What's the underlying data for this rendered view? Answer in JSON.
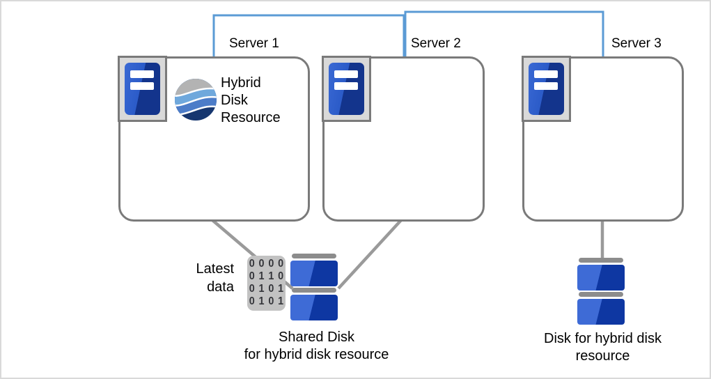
{
  "servers": [
    {
      "label": "Server 1"
    },
    {
      "label": "Server 2"
    },
    {
      "label": "Server 3"
    }
  ],
  "hybrid_resource": {
    "lines": [
      "Hybrid",
      "Disk",
      "Resource"
    ]
  },
  "latest_data": {
    "lines": [
      "Latest",
      "data"
    ]
  },
  "binary_block": {
    "rows": [
      "0 0 0 0",
      "0 1 1 0",
      "0 1 0 1",
      "0 1 0 1"
    ]
  },
  "shared_disk": {
    "label_lines": [
      "Shared Disk",
      "for hybrid disk resource"
    ]
  },
  "hybrid_disk": {
    "label_lines": [
      "Disk for hybrid disk",
      "resource"
    ]
  },
  "colors": {
    "interconnect_blue": "#5B9BD5",
    "box_border_gray": "#7A7A7A",
    "connector_gray": "#9A9A9A",
    "icon_frame_gray": "#D9D9D9",
    "server_tower_blue": "#2B5BC8",
    "server_tower_navy": "#13348C",
    "disk_blue": "#3E6BD6",
    "disk_navy": "#0E37A2",
    "disk_cap_gray": "#8C8C8C",
    "binary_block_gray": "#C2C2C2",
    "logo_gray": "#B3B3B3",
    "logo_light_blue": "#6FA8DC",
    "logo_mid_blue": "#4C7CC8",
    "logo_navy": "#16366F",
    "canvas_border": "#D9D9D9"
  }
}
